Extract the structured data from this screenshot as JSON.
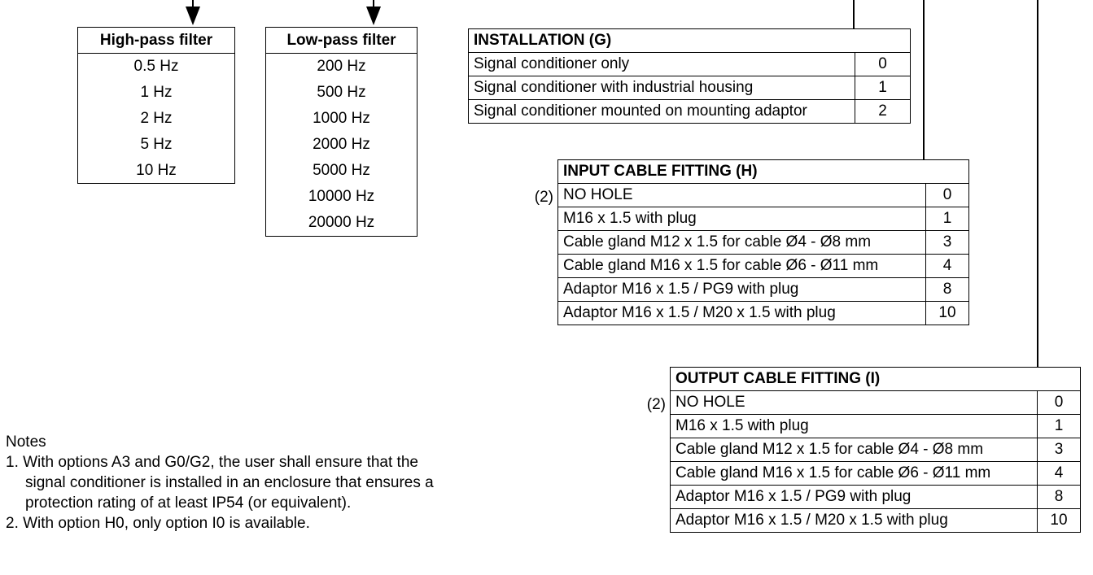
{
  "high_pass": {
    "header": "High-pass filter",
    "values": [
      "0.5 Hz",
      "1 Hz",
      "2 Hz",
      "5 Hz",
      "10 Hz"
    ]
  },
  "low_pass": {
    "header": "Low-pass filter",
    "values": [
      "200 Hz",
      "500 Hz",
      "1000 Hz",
      "2000 Hz",
      "5000 Hz",
      "10000 Hz",
      "20000 Hz"
    ]
  },
  "installation": {
    "header": "INSTALLATION (G)",
    "rows": [
      {
        "label": "Signal conditioner only",
        "code": "0"
      },
      {
        "label": "Signal conditioner with industrial housing",
        "code": "1"
      },
      {
        "label": "Signal conditioner mounted on mounting adaptor",
        "code": "2"
      }
    ]
  },
  "input_cable": {
    "header": "INPUT CABLE FITTING (H)",
    "note_ref": "(2)",
    "rows": [
      {
        "label": "NO HOLE",
        "code": "0"
      },
      {
        "label": "M16 x 1.5 with plug",
        "code": "1"
      },
      {
        "label": "Cable gland M12 x 1.5 for cable Ø4 - Ø8 mm",
        "code": "3"
      },
      {
        "label": "Cable gland M16 x 1.5 for cable Ø6 - Ø11 mm",
        "code": "4"
      },
      {
        "label": "Adaptor M16 x 1.5 / PG9 with plug",
        "code": "8"
      },
      {
        "label": "Adaptor M16 x 1.5 / M20 x 1.5 with plug",
        "code": "10"
      }
    ]
  },
  "output_cable": {
    "header": "OUTPUT CABLE FITTING (I)",
    "note_ref": "(2)",
    "rows": [
      {
        "label": "NO HOLE",
        "code": "0"
      },
      {
        "label": "M16 x 1.5 with plug",
        "code": "1"
      },
      {
        "label": "Cable gland M12 x 1.5 for cable Ø4 - Ø8 mm",
        "code": "3"
      },
      {
        "label": "Cable gland M16 x 1.5 for cable Ø6 - Ø11 mm",
        "code": "4"
      },
      {
        "label": "Adaptor M16 x 1.5 / PG9 with plug",
        "code": "8"
      },
      {
        "label": "Adaptor M16 x 1.5 / M20 x 1.5 with plug",
        "code": "10"
      }
    ]
  },
  "notes": {
    "title": "Notes",
    "note1_line1": "1. With options A3 and G0/G2, the user shall ensure that the",
    "note1_line2": "signal conditioner is installed in an enclosure that ensures a",
    "note1_line3": "protection rating of at least IP54 (or equivalent).",
    "note2": "2. With option H0, only option I0 is available."
  }
}
